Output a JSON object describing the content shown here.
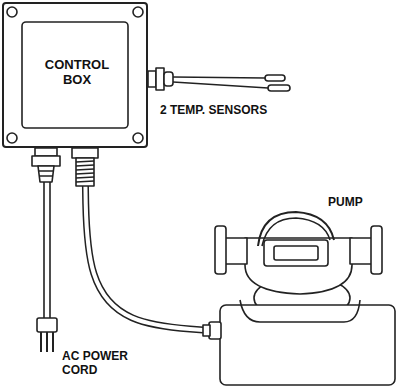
{
  "diagram": {
    "nodes": [
      {
        "text": [
          "CONTROL BOX"
        ]
      },
      {
        "text": [
          "PUMP"
        ]
      }
    ],
    "edges": [
      {
        "from": 0,
        "to": 1,
        "arrow": "none"
      }
    ],
    "labels": [
      "2 TEMP. SENSORS",
      "AC POWER CORD"
    ]
  }
}
